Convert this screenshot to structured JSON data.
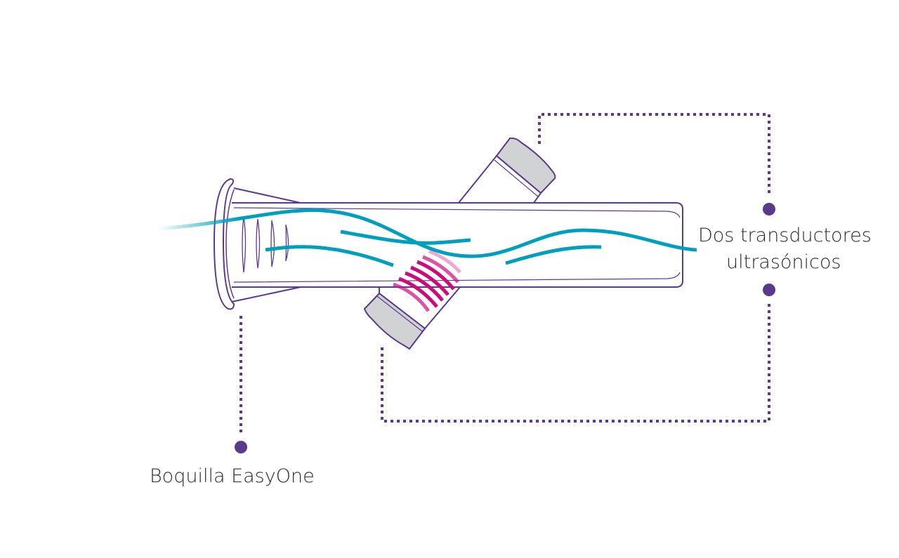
{
  "labels": {
    "transducers_line1": "Dos transductores",
    "transducers_line2": "ultrasónicos",
    "mouthpiece": "Boquilla EasyOne"
  },
  "colors": {
    "outline": "#5b3a8c",
    "flow": "#00a0bd",
    "ultrasound": "#cc0a7a",
    "transducer_cap": "#d1d2d4",
    "text": "#2a2a33"
  }
}
